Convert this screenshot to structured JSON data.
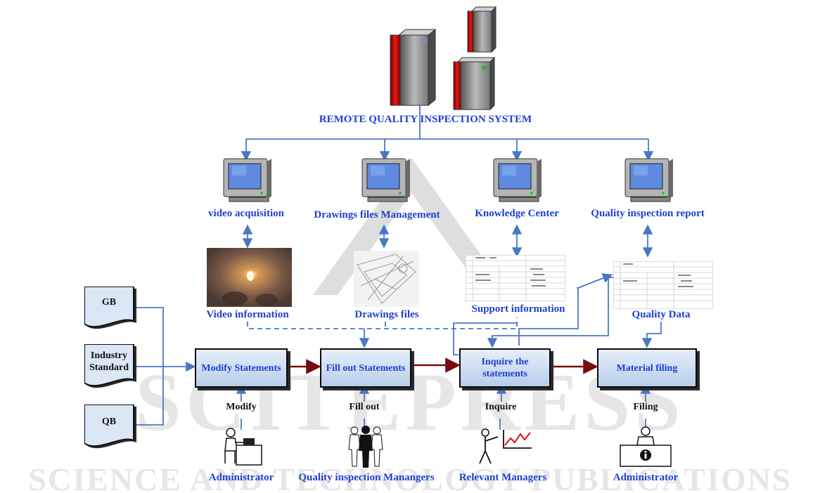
{
  "system": {
    "title": "REMOTE QUALITY INSPECTION SYSTEM"
  },
  "modules": [
    {
      "label": "video acquisition",
      "icon": "computer-icon"
    },
    {
      "label": "Drawings files Management",
      "icon": "computer-icon"
    },
    {
      "label": "Knowledge Center",
      "icon": "computer-icon"
    },
    {
      "label": "Quality inspection report",
      "icon": "computer-icon"
    }
  ],
  "info": [
    {
      "label": "Video information"
    },
    {
      "label": "Drawings files"
    },
    {
      "label": "Support information"
    },
    {
      "label": "Quality Data"
    }
  ],
  "standards": [
    {
      "label": "GB"
    },
    {
      "label": "Industry Standard"
    },
    {
      "label": "QB"
    }
  ],
  "processes": [
    {
      "label": "Modify Statements"
    },
    {
      "label": "Fill out Statements"
    },
    {
      "label": "Inquire the statements"
    },
    {
      "label": "Material filing"
    }
  ],
  "actions": [
    {
      "label": "Modify"
    },
    {
      "label": "Fill out"
    },
    {
      "label": "Inquire"
    },
    {
      "label": "Filing"
    }
  ],
  "actors": [
    {
      "label": "Administrator",
      "icon": "person-at-desk-icon"
    },
    {
      "label": "Quality inspection Manangers",
      "icon": "group-of-people-icon"
    },
    {
      "label": "Relevant Managers",
      "icon": "presenter-chart-icon"
    },
    {
      "label": "Administrator",
      "icon": "info-desk-person-icon"
    }
  ],
  "watermark": {
    "line1": "SCITEPRESS",
    "line2": "SCIENCE AND TECHNOLOGY PUBLICATIONS"
  },
  "colors": {
    "blue_text": "#1f3fd0",
    "connector_blue": "#4a78c2",
    "flow_red": "#7a0a0a",
    "box_fill": "#c9daf0"
  }
}
